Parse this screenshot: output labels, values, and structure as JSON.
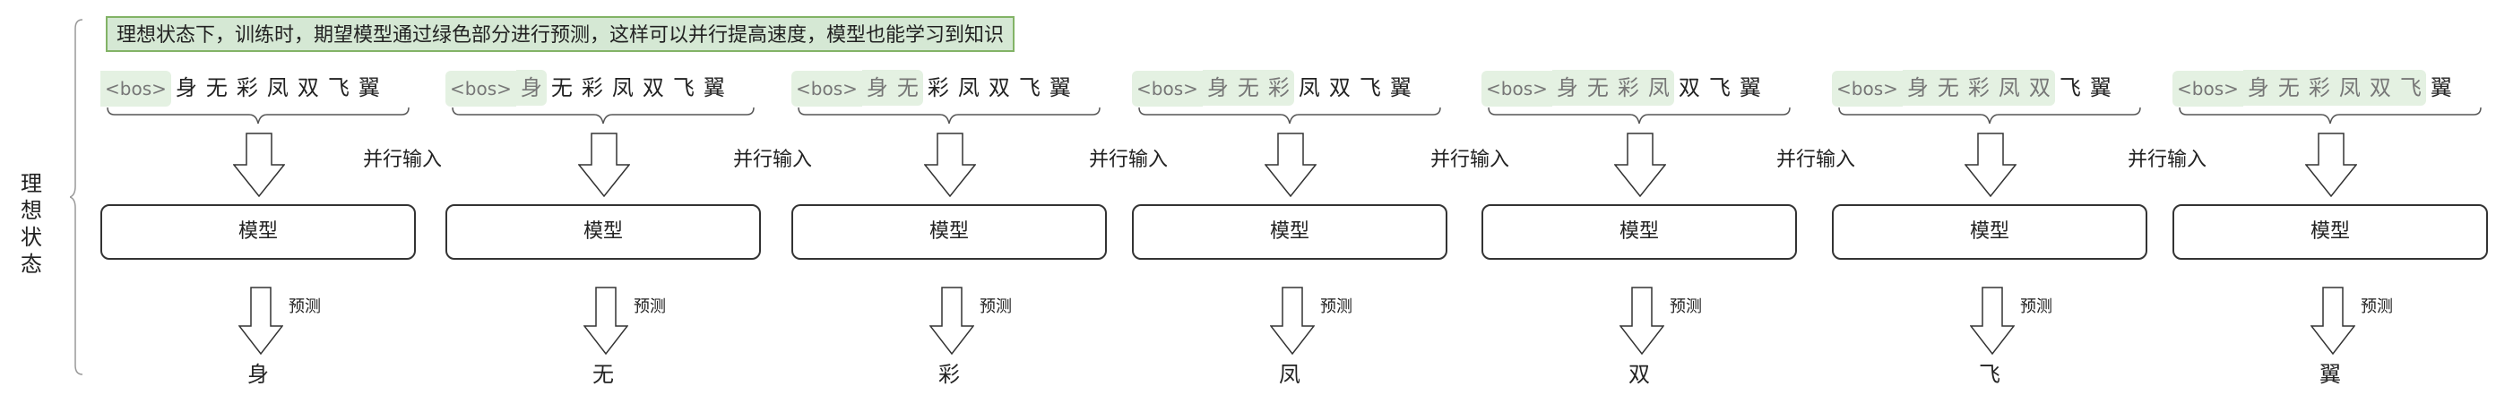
{
  "side_label": "理想状态",
  "note": "理想状态下，训练时，期望模型通过绿色部分进行预测，这样可以并行提高速度，模型也能学习到知识",
  "tokens": [
    "<bos>",
    "身",
    "无",
    "彩",
    "凤",
    "双",
    "飞",
    "翼"
  ],
  "highlight_counts": [
    1,
    2,
    3,
    4,
    5,
    6,
    7
  ],
  "model_label": "模型",
  "predict_label": "预测",
  "parallel_label": "并行输入",
  "outputs": [
    "身",
    "无",
    "彩",
    "凤",
    "双",
    "飞",
    "翼"
  ],
  "colors": {
    "highlight": "#e4f1e2",
    "note_bg": "#d5e8d4",
    "note_border": "#82b366"
  }
}
